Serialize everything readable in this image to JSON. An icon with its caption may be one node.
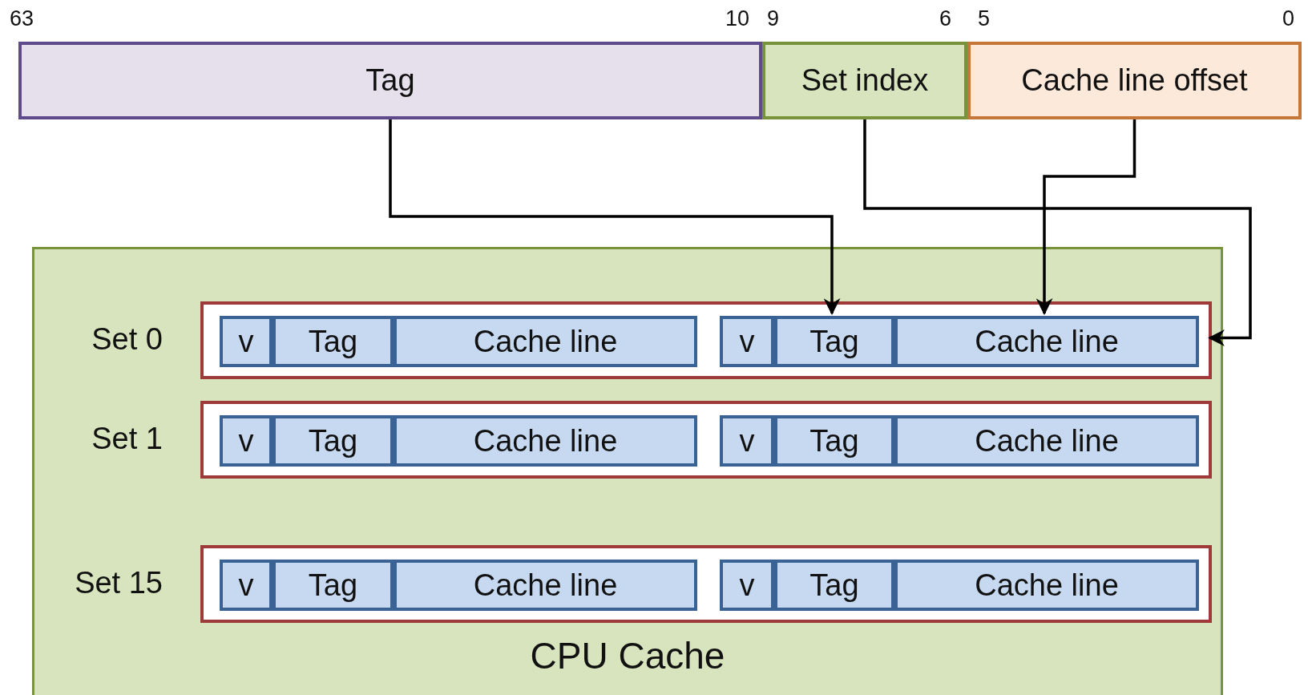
{
  "diagram": {
    "nodes": [
      {
        "text": [
          "Tag"
        ]
      },
      {
        "text": [
          "Set index"
        ]
      },
      {
        "text": [
          "Cache line offset"
        ]
      },
      {
        "text": [
          "CPU Cache"
        ]
      },
      {
        "text": [
          "Set 0"
        ],
        "in": 3
      },
      {
        "text": [
          "v"
        ],
        "in": 4
      },
      {
        "text": [
          "Tag"
        ],
        "in": 4
      },
      {
        "text": [
          "Cache line"
        ],
        "in": 4
      },
      {
        "text": [
          "v"
        ],
        "in": 4
      },
      {
        "text": [
          "Tag"
        ],
        "in": 4
      },
      {
        "text": [
          "Cache line"
        ],
        "in": 4
      },
      {
        "text": [
          "Set 1"
        ],
        "in": 3
      },
      {
        "text": [
          "v"
        ],
        "in": 11
      },
      {
        "text": [
          "Tag"
        ],
        "in": 11
      },
      {
        "text": [
          "Cache line"
        ],
        "in": 11
      },
      {
        "text": [
          "v"
        ],
        "in": 11
      },
      {
        "text": [
          "Tag"
        ],
        "in": 11
      },
      {
        "text": [
          "Cache line"
        ],
        "in": 11
      },
      {
        "text": [
          "Set 15"
        ],
        "in": 3
      },
      {
        "text": [
          "v"
        ],
        "in": 18
      },
      {
        "text": [
          "Tag"
        ],
        "in": 18
      },
      {
        "text": [
          "Cache line"
        ],
        "in": 18
      },
      {
        "text": [
          "v"
        ],
        "in": 18
      },
      {
        "text": [
          "Tag"
        ],
        "in": 18
      },
      {
        "text": [
          "Cache line"
        ],
        "in": 18
      }
    ],
    "edges": [
      {
        "from": 0,
        "to": 9,
        "arrow": "to"
      },
      {
        "from": 1,
        "to": 4,
        "arrow": "to"
      },
      {
        "from": 2,
        "to": 10,
        "arrow": "to"
      }
    ],
    "labels": [
      "63",
      "10",
      "9",
      "6",
      "5",
      "0"
    ]
  }
}
